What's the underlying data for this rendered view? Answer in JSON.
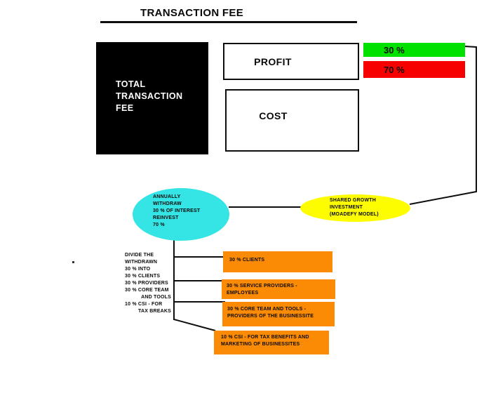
{
  "title": "TRANSACTION FEE",
  "colors": {
    "black": "#000000",
    "green": "#00e100",
    "red": "#f60000",
    "cyan": "#35e4e4",
    "yellow": "#fdfd00",
    "orange": "#fb8a05"
  },
  "total_fee_box": {
    "label": "TOTAL\nTRANSACTION\nFEE"
  },
  "profit_box": {
    "label": "PROFIT"
  },
  "cost_box": {
    "label": "COST"
  },
  "profit_share_bar": {
    "label": "30 %"
  },
  "cost_share_bar": {
    "label": "70 %"
  },
  "annual_withdraw_ellipse": {
    "label": "ANNUALLY\nWITHDRAW\n30 % OF INTEREST\nREINVEST\n70 %"
  },
  "shared_growth_ellipse": {
    "label": "SHARED GROWTH\nINVESTMENT\n(MOADEFY MODEL)"
  },
  "divide_note": {
    "lines": [
      "DIVIDE THE",
      "WITHDRAWN",
      "30 % INTO",
      "30 % CLIENTS",
      "30 % PROVIDERS",
      "30 % CORE TEAM",
      "AND TOOLS",
      "10 % CSI - FOR",
      "TAX BREAKS"
    ]
  },
  "allocation_boxes": [
    {
      "label": "30 % CLIENTS"
    },
    {
      "label": "30 % SERVICE PROVIDERS -\nEMPLOYEES"
    },
    {
      "label": "30 % CORE TEAM AND TOOLS -\nPROVIDERS OF THE BUSINESSITE"
    },
    {
      "label": "10 % CSI - FOR TAX BENEFITS AND\nMARKETING OF BUSINESSITES"
    }
  ],
  "stray_dot": "."
}
